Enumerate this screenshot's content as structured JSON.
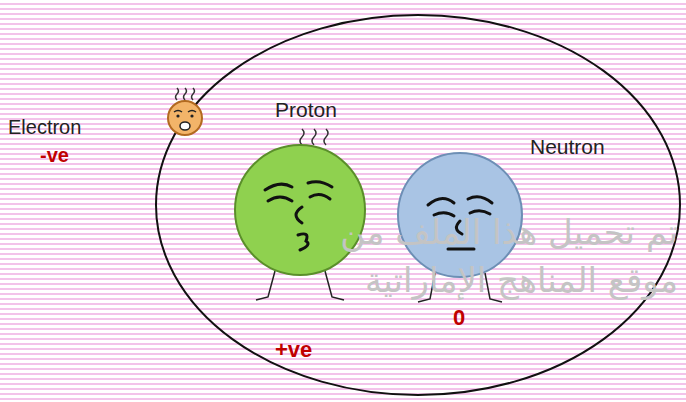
{
  "diagram": {
    "nodes": [
      {
        "text": [
          "Electron",
          "-ve"
        ]
      },
      {
        "text": [
          "Proton",
          "+ve"
        ]
      },
      {
        "text": [
          "Neutron",
          "0"
        ]
      }
    ],
    "labels": [
      "تم تحميل هذا الملف من",
      "موقع المناهج الإماراتية"
    ]
  }
}
